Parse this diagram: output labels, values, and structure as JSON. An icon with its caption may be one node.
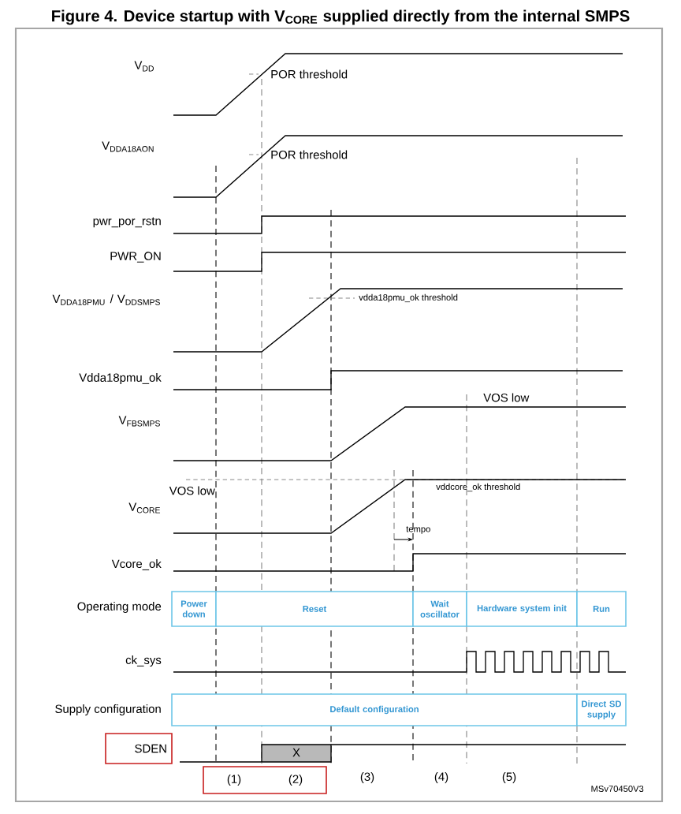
{
  "diagram": {
    "title": "Figure 4. Device startup with V$_{CORE}$ supplied directly from the internal SMPS",
    "nodes": [
      {
        "text": [
          "Power down"
        ]
      },
      {
        "text": [
          "Reset"
        ]
      },
      {
        "text": [
          "Wait oscillator"
        ]
      },
      {
        "text": [
          "Hardware system init"
        ]
      },
      {
        "text": [
          "Run"
        ]
      },
      {
        "text": [
          "Default configuration"
        ]
      },
      {
        "text": [
          "Direct SD supply"
        ]
      },
      {
        "text": [
          "SDEN"
        ]
      },
      {
        "text": [
          "(1)",
          "(2)"
        ]
      }
    ],
    "edges": [],
    "labels": [
      "V$_{DD}$",
      "POR threshold",
      "V$_{DDA18AON}$",
      "POR threshold",
      "pwr_por_rstn",
      "PWR_ON",
      "V$_{DDA18PMU}$ / V$_{DDSMPS}$",
      "vdda18pmu_ok threshold",
      "Vdda18pmu_ok",
      "VOS low",
      "V$_{FBSMPS}$",
      "VOS low",
      "vddcore_ok threshold",
      "V$_{CORE}$",
      "tempo",
      "Vcore_ok",
      "Operating mode",
      "ck_sys",
      "Supply configuration",
      "X",
      "(3)",
      "(4)",
      "(5)",
      "MSv70450V3"
    ]
  }
}
